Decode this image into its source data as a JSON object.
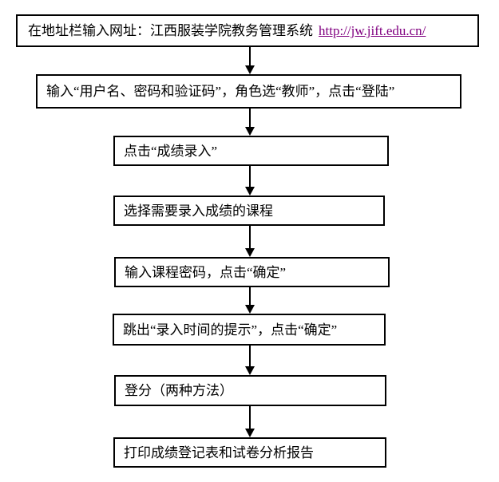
{
  "page": {
    "background": "#ffffff",
    "text_color": "#000000",
    "border_color": "#000000",
    "link_color": "#800080"
  },
  "flowchart": {
    "type": "flowchart",
    "direction": "top-down",
    "nodes": [
      {
        "id": "enter-url",
        "text": "在地址栏输入网址：江西服装学院教务管理系统",
        "link": "http://jw.jift.edu.cn/"
      },
      {
        "id": "login",
        "text": "输入“用户名、密码和验证码”，角色选“教师”，点击“登陆”"
      },
      {
        "id": "click-score-entry",
        "text": "点击“成绩录入”"
      },
      {
        "id": "select-course",
        "text": "选择需要录入成绩的课程"
      },
      {
        "id": "enter-course-password",
        "text": "输入课程密码，点击“确定”"
      },
      {
        "id": "entry-time-prompt",
        "text": "跳出“录入时间的提示”，点击“确定”"
      },
      {
        "id": "enter-scores",
        "text": "登分（两种方法）"
      },
      {
        "id": "print-reports",
        "text": "打印成绩登记表和试卷分析报告"
      }
    ],
    "edges": [
      {
        "from": "enter-url",
        "to": "login"
      },
      {
        "from": "login",
        "to": "click-score-entry"
      },
      {
        "from": "click-score-entry",
        "to": "select-course"
      },
      {
        "from": "select-course",
        "to": "enter-course-password"
      },
      {
        "from": "enter-course-password",
        "to": "entry-time-prompt"
      },
      {
        "from": "entry-time-prompt",
        "to": "enter-scores"
      },
      {
        "from": "enter-scores",
        "to": "print-reports"
      }
    ]
  }
}
